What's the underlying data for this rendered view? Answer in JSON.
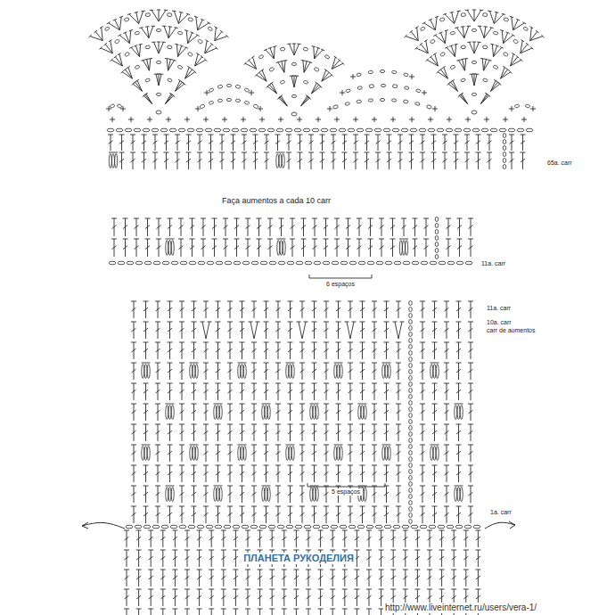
{
  "diagram": {
    "labels": [
      "65a. carr",
      "Faça aumentos a cada 10 carr",
      "11a. carr",
      "6 espaços",
      "11a. carr",
      "10a. carr",
      "carr de aumentos",
      "5 espaços",
      "1a. carr",
      "ПЛАНЕТА РУКОДЕЛИЯ",
      "http://www.liveinternet.ru/users/vera-1/"
    ]
  }
}
